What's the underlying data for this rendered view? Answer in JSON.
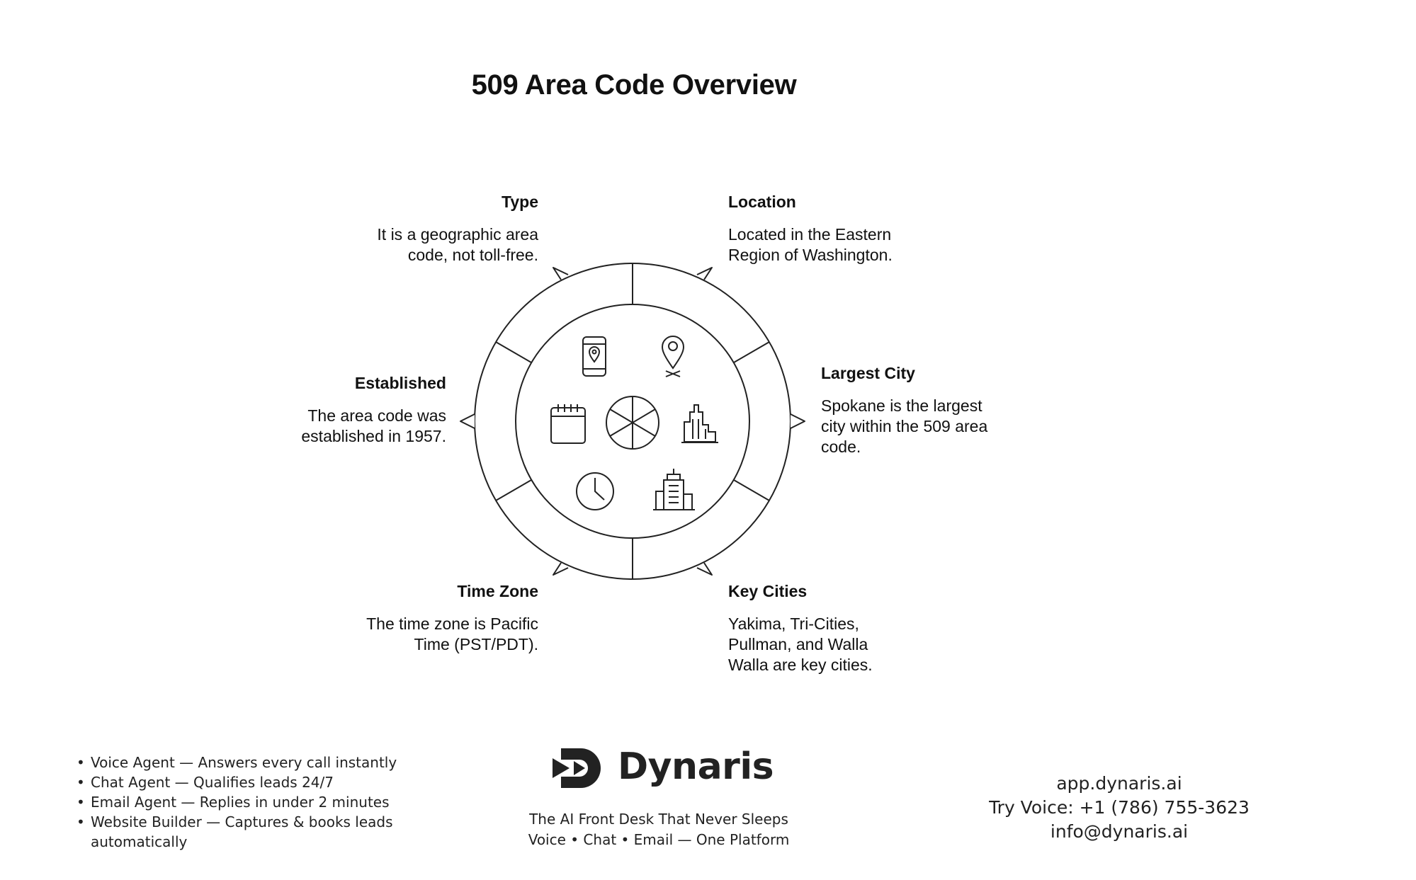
{
  "title": "509 Area Code Overview",
  "segments": [
    {
      "key": "type",
      "heading": "Type",
      "lines": [
        "It is a geographic area",
        "code, not toll-free."
      ],
      "icon": "mobile-location-icon"
    },
    {
      "key": "location",
      "heading": "Location",
      "lines": [
        "Located in the Eastern",
        "Region of Washington."
      ],
      "icon": "map-pin-icon"
    },
    {
      "key": "largest_city",
      "heading": "Largest City",
      "lines": [
        "Spokane is the largest",
        "city within the 509 area",
        "code."
      ],
      "icon": "city-skyline-icon"
    },
    {
      "key": "key_cities",
      "heading": "Key Cities",
      "lines": [
        "Yakima, Tri-Cities,",
        "Pullman, and Walla",
        "Walla are key cities."
      ],
      "icon": "office-building-icon"
    },
    {
      "key": "time_zone",
      "heading": "Time Zone",
      "lines": [
        "The time zone is Pacific",
        "Time (PST/PDT)."
      ],
      "icon": "clock-icon"
    },
    {
      "key": "established",
      "heading": "Established",
      "lines": [
        "The area code was",
        "established in 1957."
      ],
      "icon": "calendar-icon"
    }
  ],
  "center_icon": "wheel-icon",
  "footer": {
    "features": [
      "Voice Agent — Answers every call instantly",
      "Chat Agent — Qualifies leads 24/7",
      "Email Agent — Replies in under 2 minutes",
      " Website Builder — Captures & books leads automatically"
    ],
    "brand_name": "Dynaris",
    "brand_logo_icon": "dynaris-logo-icon",
    "tagline_1": "The AI Front Desk That Never Sleeps",
    "tagline_2": "Voice • Chat • Email — One Platform",
    "contact_url": "app.dynaris.ai",
    "contact_phone": "Try Voice: +1 (786) 755-3623",
    "contact_email": "info@dynaris.ai"
  },
  "colors": {
    "stroke": "#222222",
    "text": "#111111",
    "background": "#ffffff"
  }
}
